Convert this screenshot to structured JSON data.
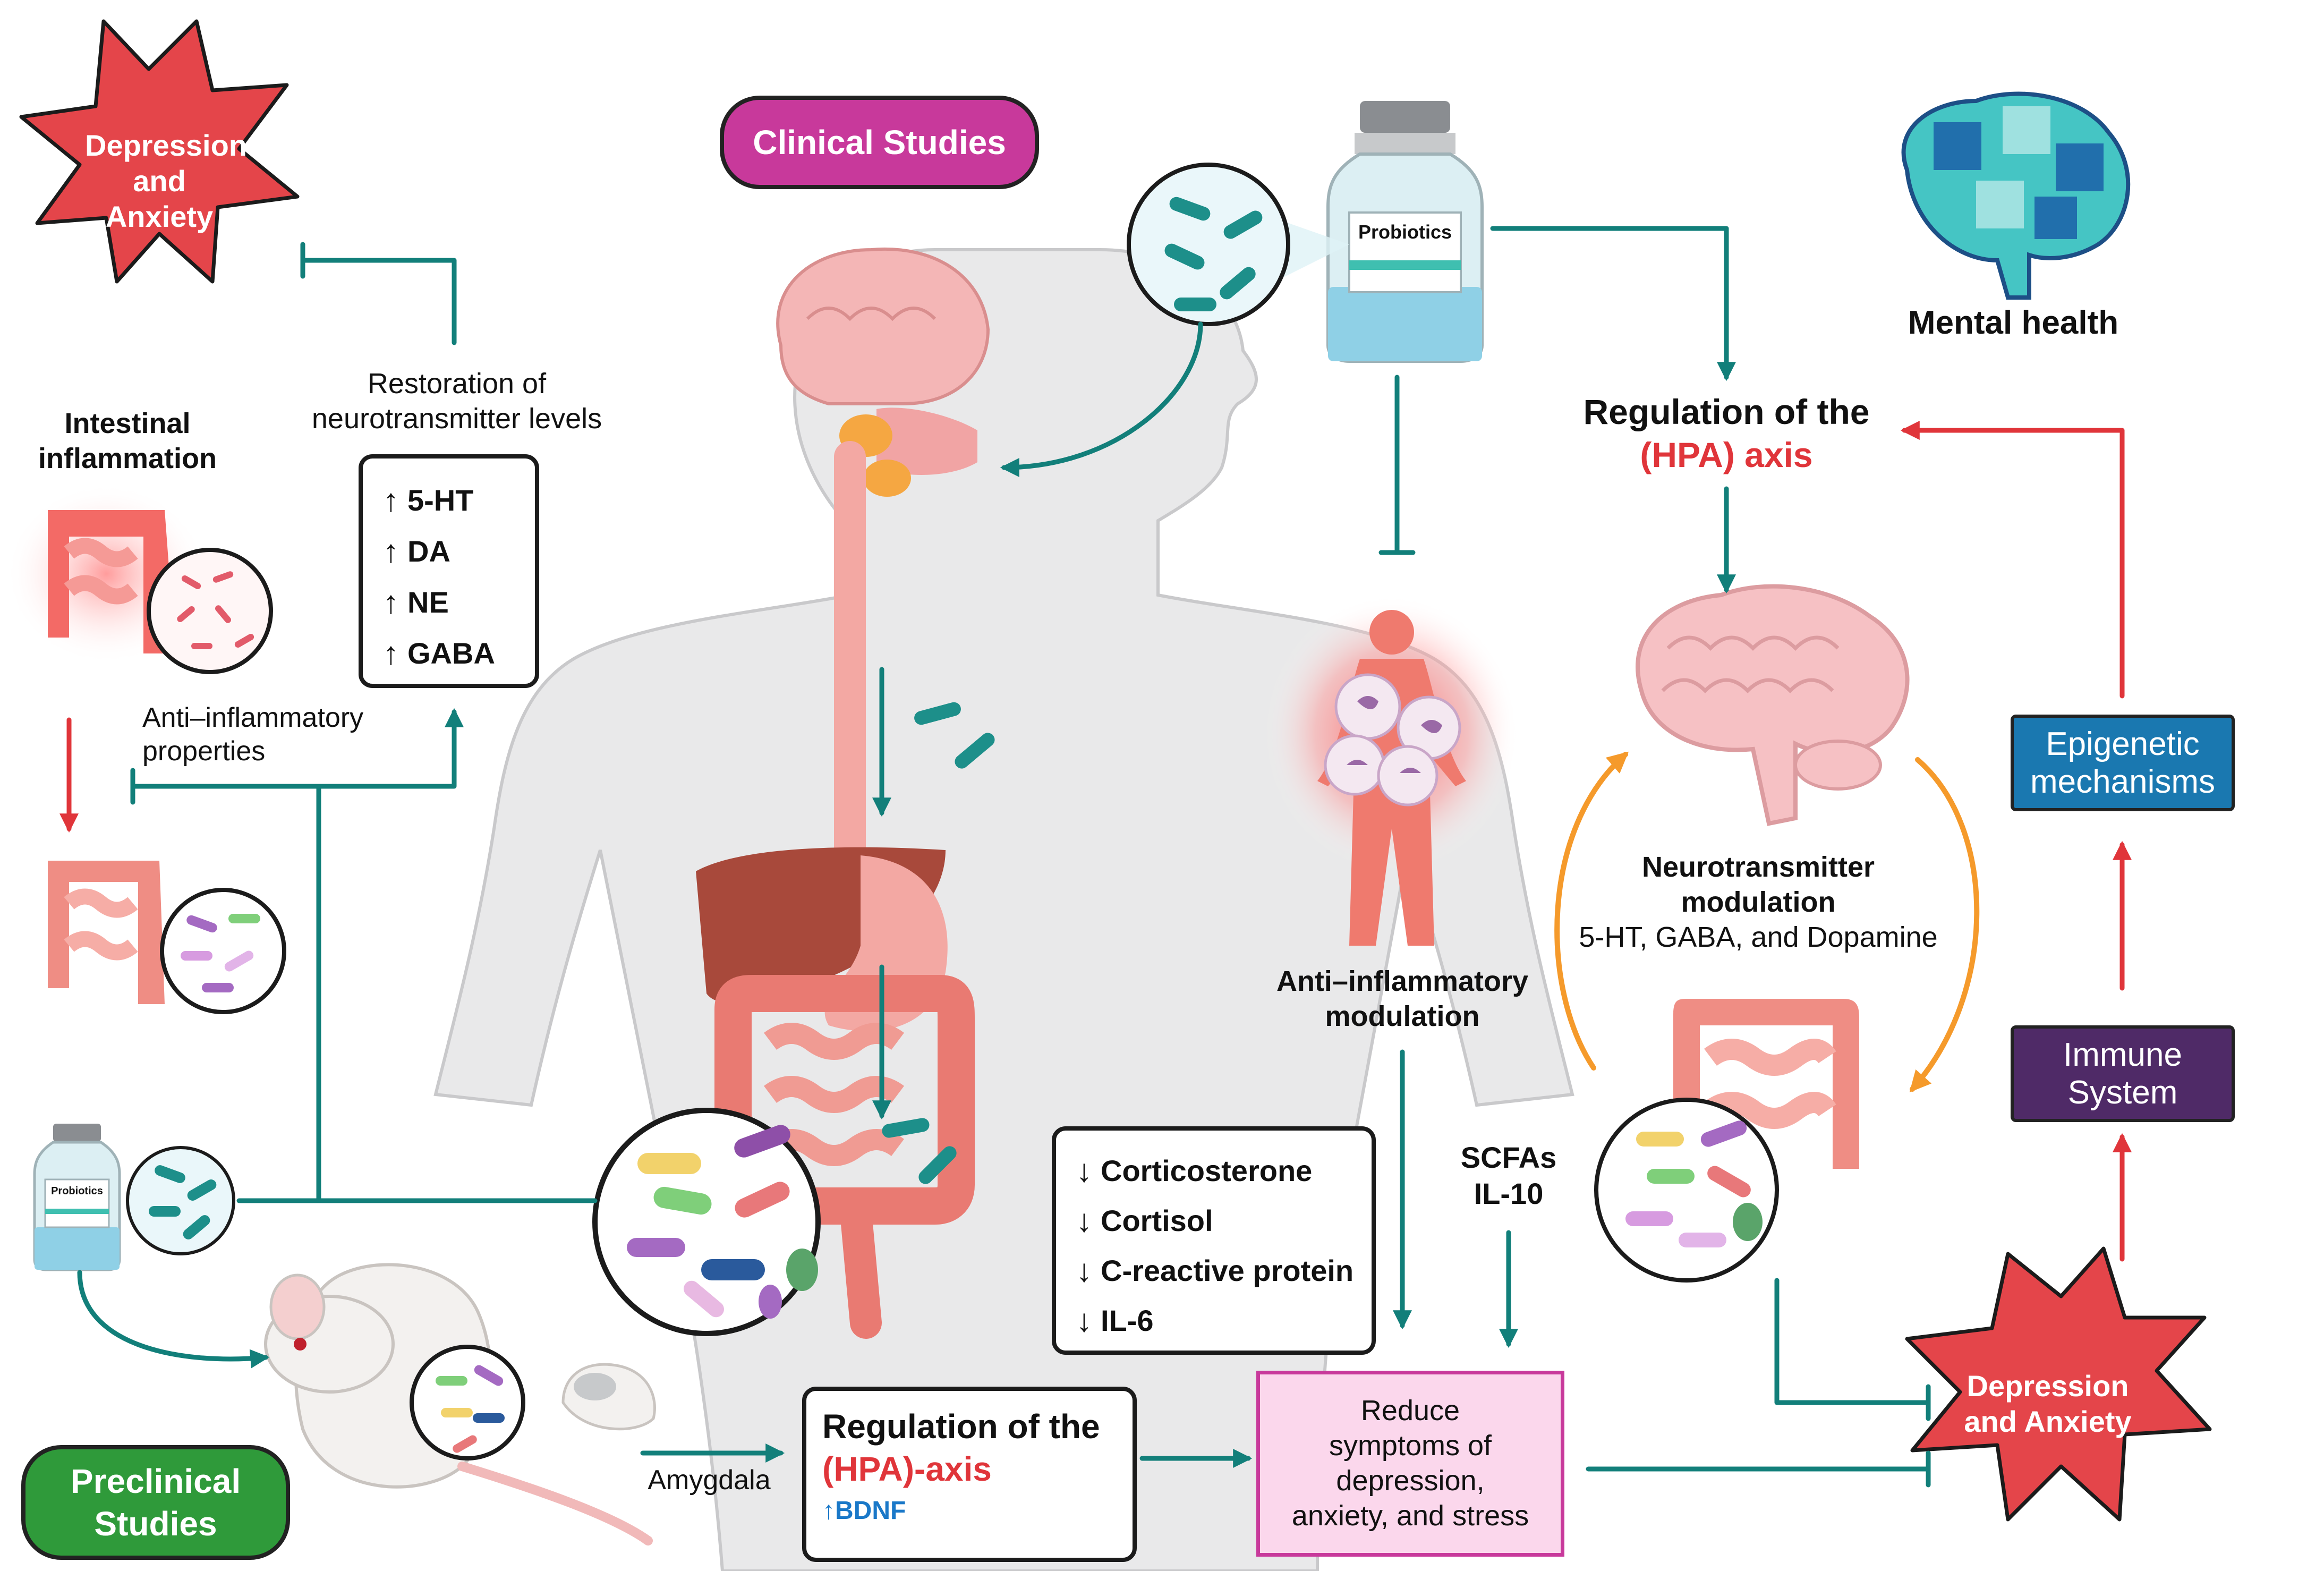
{
  "colors": {
    "teal": "#127f7a",
    "red": "#e0353a",
    "orange": "#f59a2b",
    "magenta": "#c8399b",
    "green": "#2f9a3a",
    "epigenetic": "#1a78b0",
    "immune": "#4f2a67",
    "reduce_bg": "#fbd7ec"
  },
  "clinical_studies": "Clinical Studies",
  "preclinical_studies": {
    "line1": "Preclinical",
    "line2": "Studies"
  },
  "depression_anxiety_top": {
    "line1": "Depression",
    "line2": "and Anxiety"
  },
  "depression_anxiety_right": {
    "line1": "Depression",
    "line2": "and Anxiety"
  },
  "restoration": {
    "line1": "Restoration of",
    "line2": "neurotransmitter levels"
  },
  "neurotransmitters": [
    "5-HT",
    "DA",
    "NE",
    "GABA"
  ],
  "intestinal_inflammation": {
    "line1": "Intestinal",
    "line2": "inflammation"
  },
  "anti_inflammatory_properties": {
    "line1": "Anti–inflammatory",
    "line2": "properties"
  },
  "probiotics_label": "Probiotics",
  "probiotics_label_small": "Probiotics",
  "mental_health": "Mental health",
  "regulation_top": {
    "line1": "Regulation of the",
    "line2": "(HPA) axis"
  },
  "anti_inflammatory_modulation": {
    "line1": "Anti–inflammatory",
    "line2": "modulation"
  },
  "neurotransmitter_modulation": {
    "line1": "Neurotransmitter",
    "line2": "modulation",
    "line3": "5-HT, GABA, and Dopamine"
  },
  "epigenetic": {
    "line1": "Epigenetic",
    "line2": "mechanisms"
  },
  "immune": {
    "line1": "Immune",
    "line2": "System"
  },
  "scfas": {
    "line1": "SCFAs",
    "line2": "IL-10"
  },
  "markers": [
    "Corticosterone",
    "Cortisol",
    "C-reactive protein",
    "IL-6"
  ],
  "reduce": {
    "line1": "Reduce",
    "line2": "symptoms of",
    "line3": "depression,",
    "line4": "anxiety, and stress"
  },
  "regulation_bottom": {
    "line1": "Regulation of the",
    "line2": "(HPA)-axis",
    "line3": "BDNF"
  },
  "amygdala": "Amygdala"
}
